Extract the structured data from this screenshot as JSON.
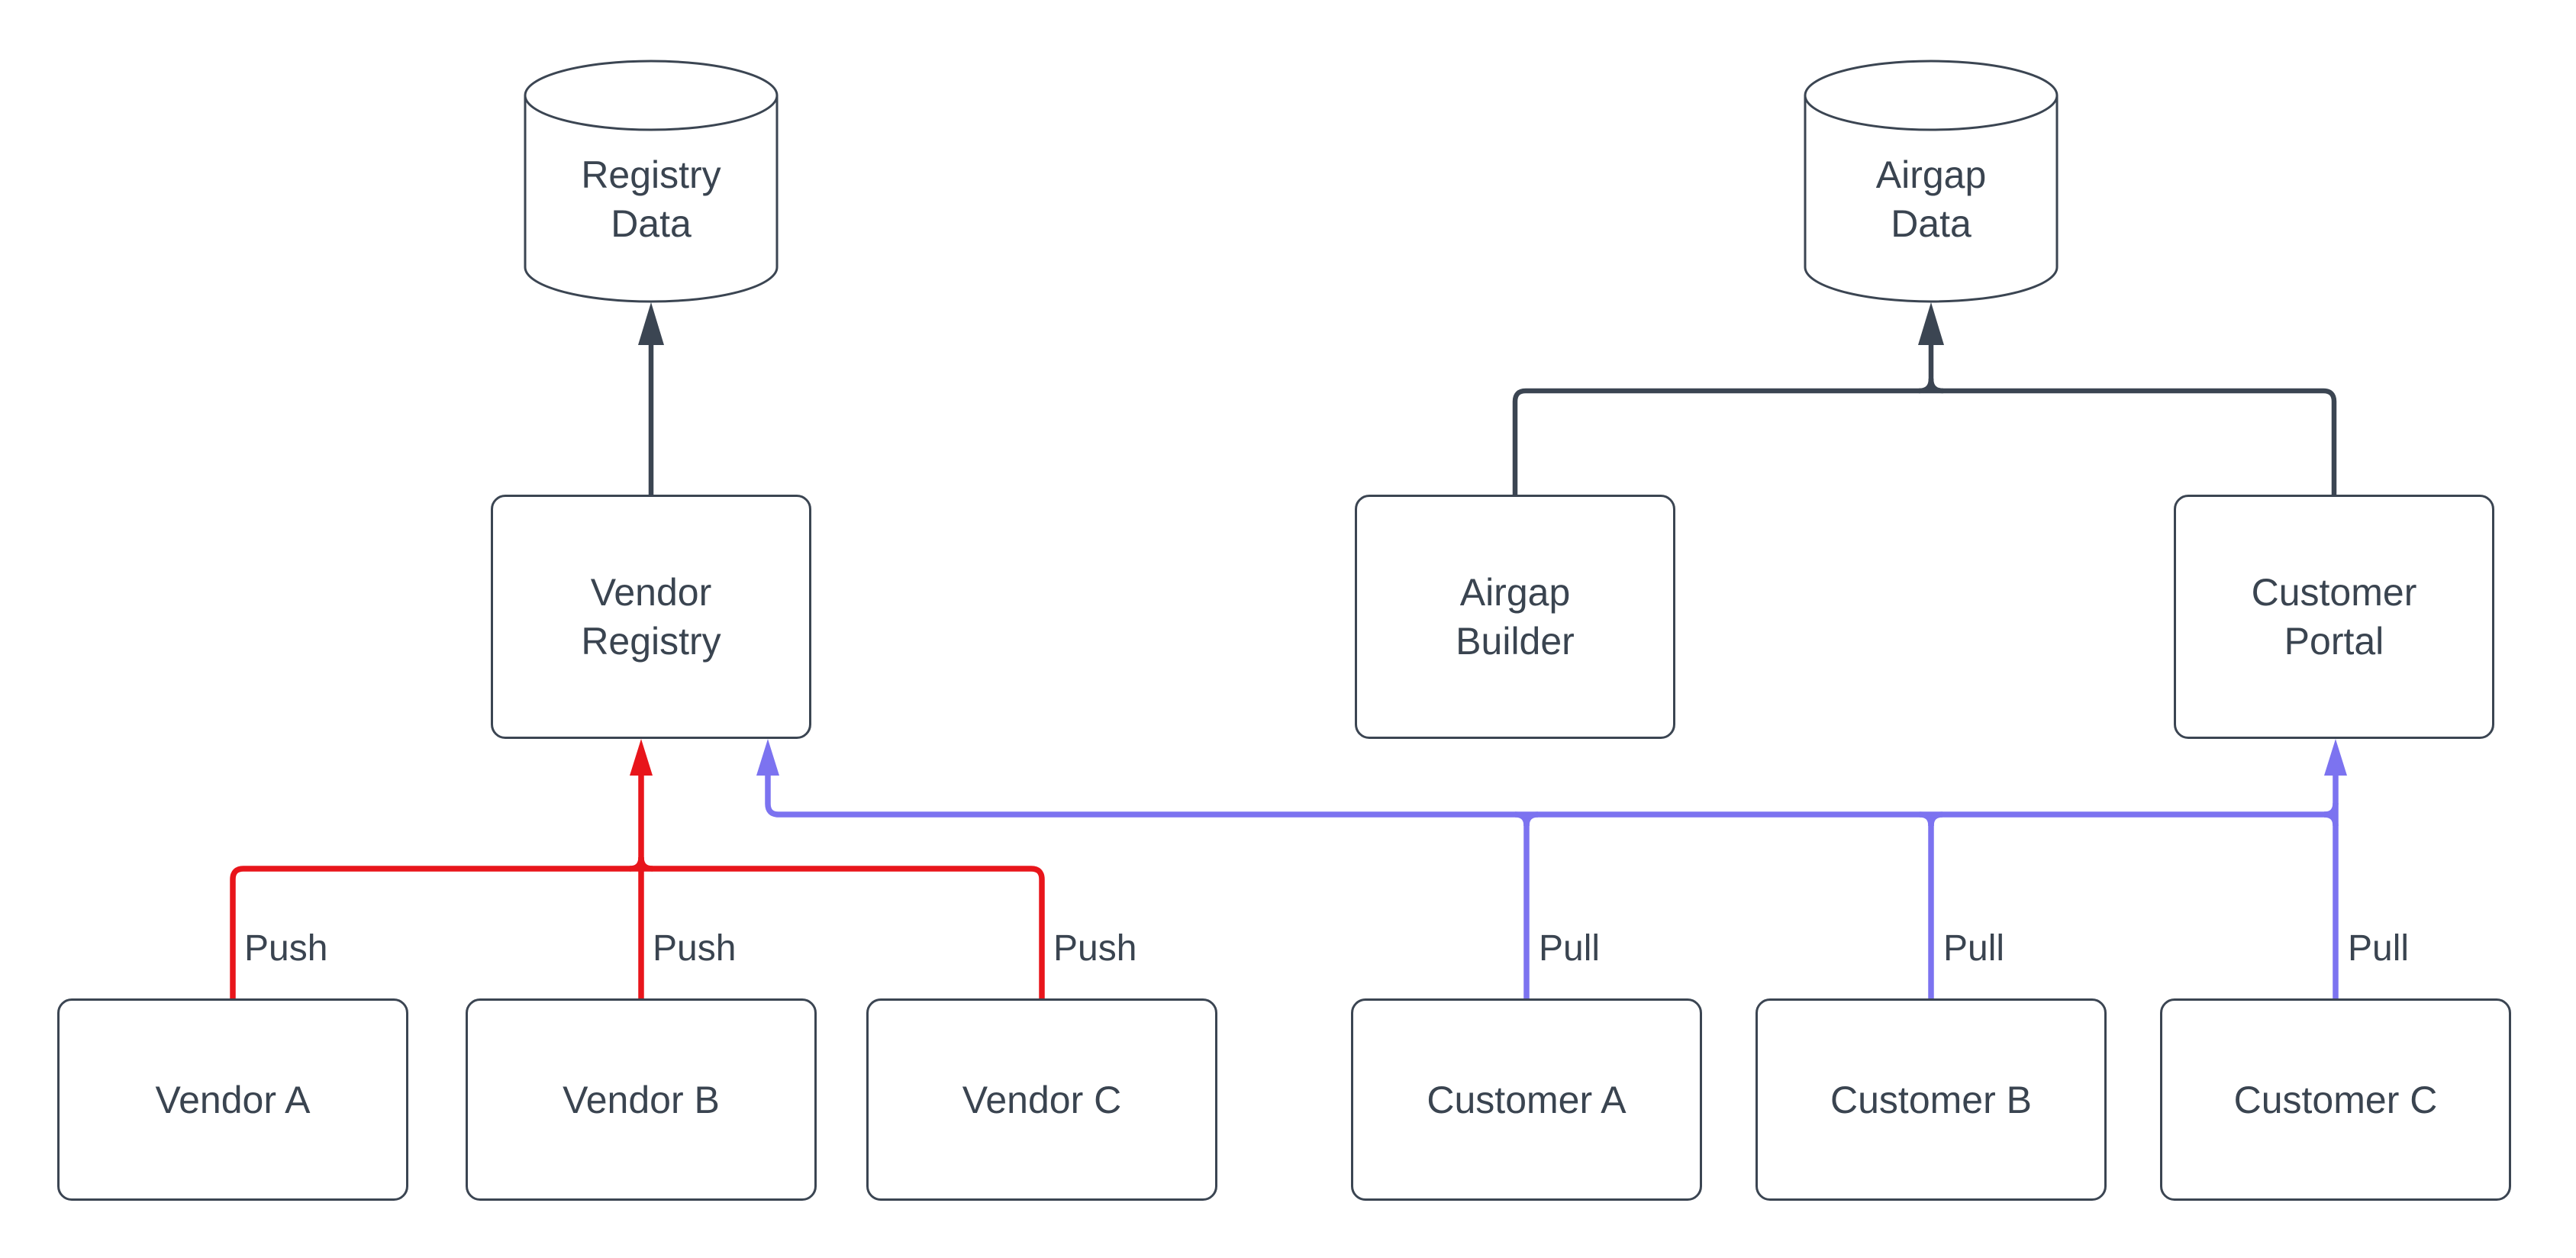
{
  "nodes": {
    "registry_data": {
      "label": "Registry\nData",
      "shape": "database"
    },
    "airgap_data": {
      "label": "Airgap\nData",
      "shape": "database"
    },
    "vendor_registry": {
      "label": "Vendor\nRegistry",
      "shape": "box"
    },
    "airgap_builder": {
      "label": "Airgap\nBuilder",
      "shape": "box"
    },
    "customer_portal": {
      "label": "Customer\nPortal",
      "shape": "box"
    },
    "vendor_a": {
      "label": "Vendor A",
      "shape": "box"
    },
    "vendor_b": {
      "label": "Vendor B",
      "shape": "box"
    },
    "vendor_c": {
      "label": "Vendor C",
      "shape": "box"
    },
    "customer_a": {
      "label": "Customer A",
      "shape": "box"
    },
    "customer_b": {
      "label": "Customer B",
      "shape": "box"
    },
    "customer_c": {
      "label": "Customer C",
      "shape": "box"
    }
  },
  "edge_labels": {
    "push": "Push",
    "pull": "Pull"
  },
  "edges": [
    {
      "from": "Vendor Registry",
      "to": "Registry Data",
      "label": "",
      "color": "connector"
    },
    {
      "from": "Airgap Builder",
      "to": "Airgap Data",
      "label": "",
      "color": "connector"
    },
    {
      "from": "Customer Portal",
      "to": "Airgap Data",
      "label": "",
      "color": "connector"
    },
    {
      "from": "Vendor A",
      "to": "Vendor Registry",
      "label": "Push",
      "color": "push"
    },
    {
      "from": "Vendor B",
      "to": "Vendor Registry",
      "label": "Push",
      "color": "push"
    },
    {
      "from": "Vendor C",
      "to": "Vendor Registry",
      "label": "Push",
      "color": "push"
    },
    {
      "from": "Customer A",
      "to": "Vendor Registry / Customer Portal",
      "label": "Pull",
      "color": "pull"
    },
    {
      "from": "Customer B",
      "to": "Vendor Registry / Customer Portal",
      "label": "Pull",
      "color": "pull"
    },
    {
      "from": "Customer C",
      "to": "Vendor Registry / Customer Portal",
      "label": "Pull",
      "color": "pull"
    }
  ],
  "colors": {
    "push": "#e8151b",
    "pull": "#7c73f0",
    "connector": "#3b4552",
    "node_border": "#3b4552",
    "text": "#3a4450",
    "background": "#ffffff"
  }
}
